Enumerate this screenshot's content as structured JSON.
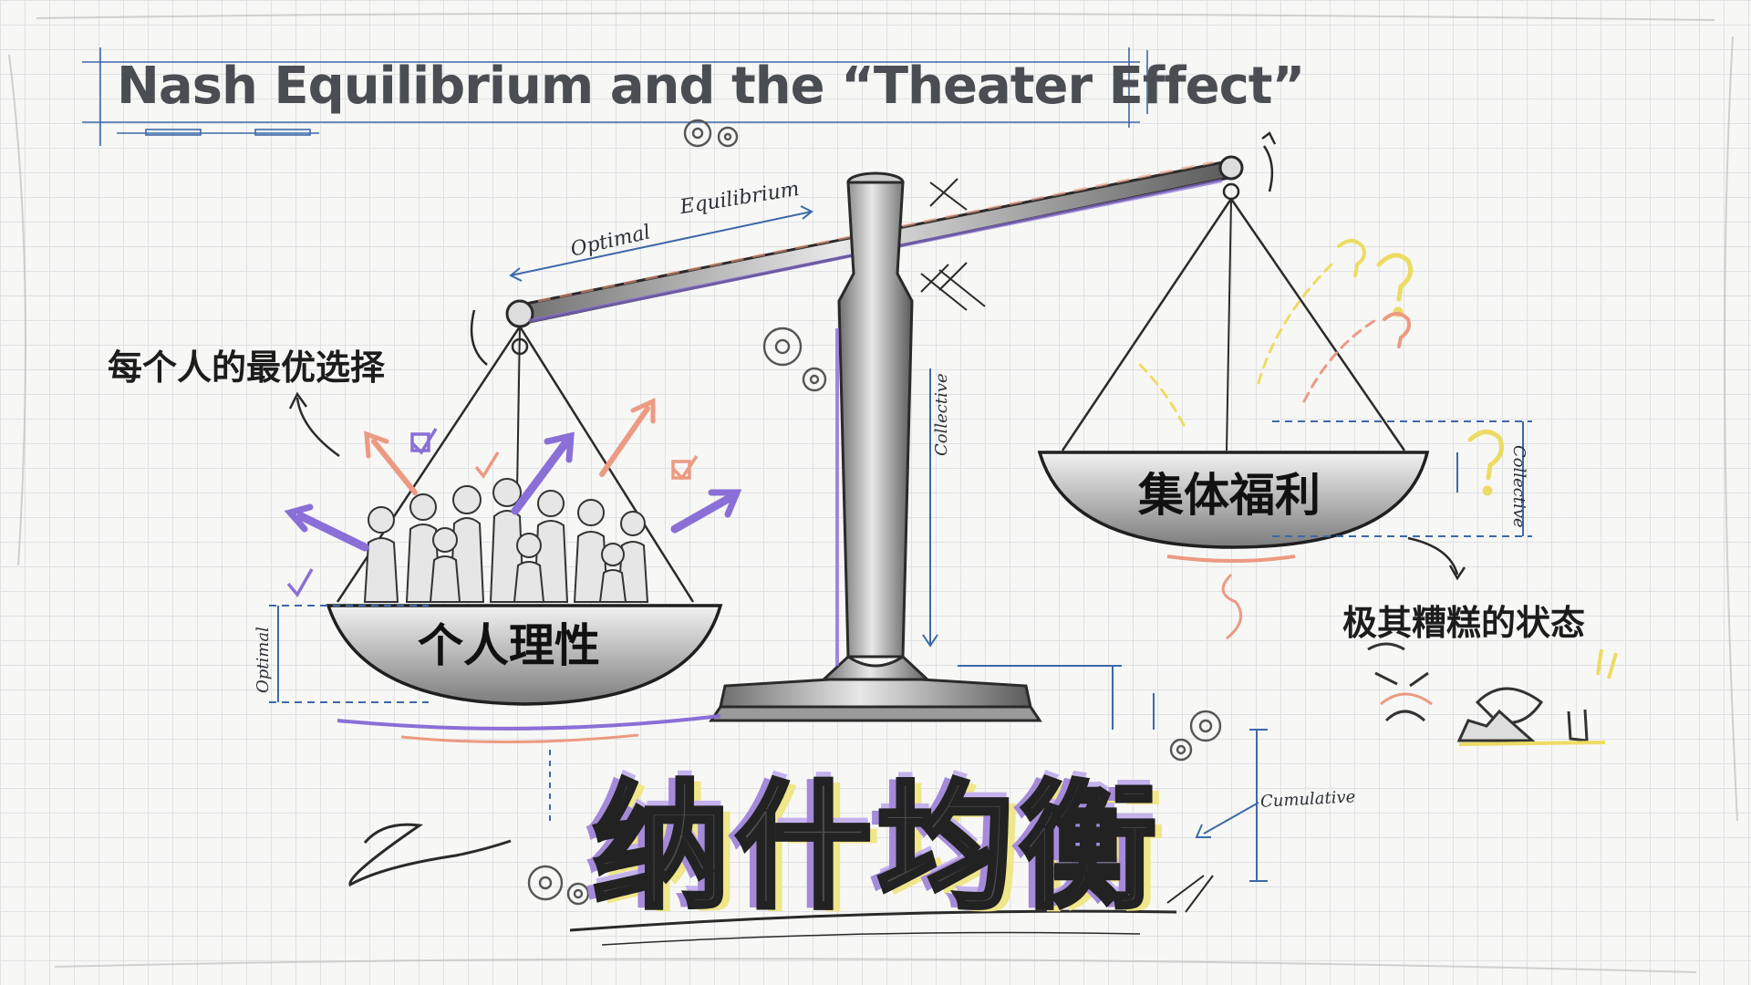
{
  "title": "Nash Equilibrium and the “Theater Effect”",
  "labels": {
    "individual_best_choice": "每个人的最优选择",
    "individual_rationality": "个人理性",
    "collective_welfare": "集体福利",
    "terrible_state": "极其糟糕的状态",
    "nash_equilibrium": "纳什均衡"
  },
  "annotations": {
    "optimal": "Optimal",
    "equilibrium": "Equilibrium",
    "collective_mid": "Collective",
    "collective_right": "Collective",
    "optimal_left": "Optimal",
    "cumulative": "Cumulative"
  },
  "colors": {
    "purple": "#8a6fd6",
    "salmon": "#ec9a82",
    "yellow": "#ecdc63",
    "blue": "#3d68a8",
    "ink": "#2a2a2a"
  },
  "icons": [
    "gear-icon",
    "checkmark-icon",
    "question-mark-icon",
    "sad-face-icon",
    "arrow-icon"
  ]
}
